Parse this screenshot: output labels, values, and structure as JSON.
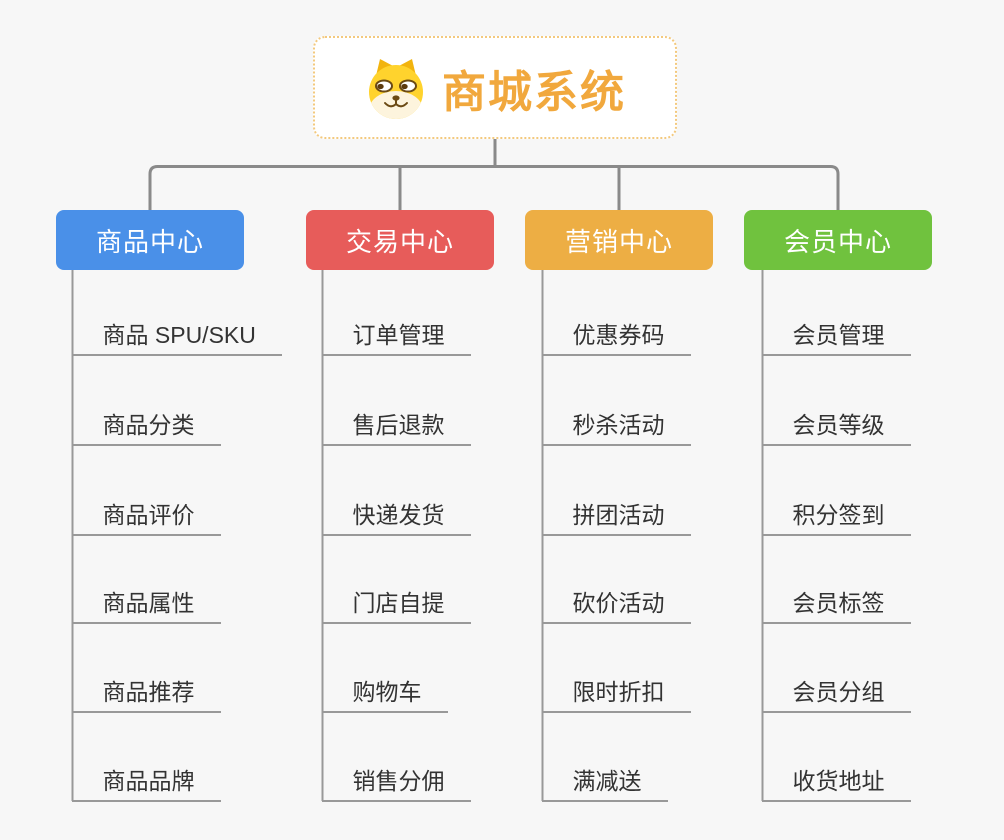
{
  "root": {
    "title": "商城系统",
    "icon": "dog-icon",
    "title_color": "#f1a83d",
    "border_color": "#f3c97e"
  },
  "colors": {
    "connector": "#8a8a8a",
    "spine": "#999999",
    "underline": "#999999",
    "item_text": "#333333",
    "background": "#f7f7f7"
  },
  "branches": [
    {
      "label": "商品中心",
      "color": "#4a90e8",
      "items": [
        "商品 SPU/SKU",
        "商品分类",
        "商品评价",
        "商品属性",
        "商品推荐",
        "商品品牌"
      ]
    },
    {
      "label": "交易中心",
      "color": "#e75c5a",
      "items": [
        "订单管理",
        "售后退款",
        "快递发货",
        "门店自提",
        "购物车",
        "销售分佣"
      ]
    },
    {
      "label": "营销中心",
      "color": "#edae44",
      "items": [
        "优惠券码",
        "秒杀活动",
        "拼团活动",
        "砍价活动",
        "限时折扣",
        "满减送"
      ]
    },
    {
      "label": "会员中心",
      "color": "#70c23e",
      "items": [
        "会员管理",
        "会员等级",
        "积分签到",
        "会员标签",
        "会员分组",
        "收货地址"
      ]
    }
  ]
}
